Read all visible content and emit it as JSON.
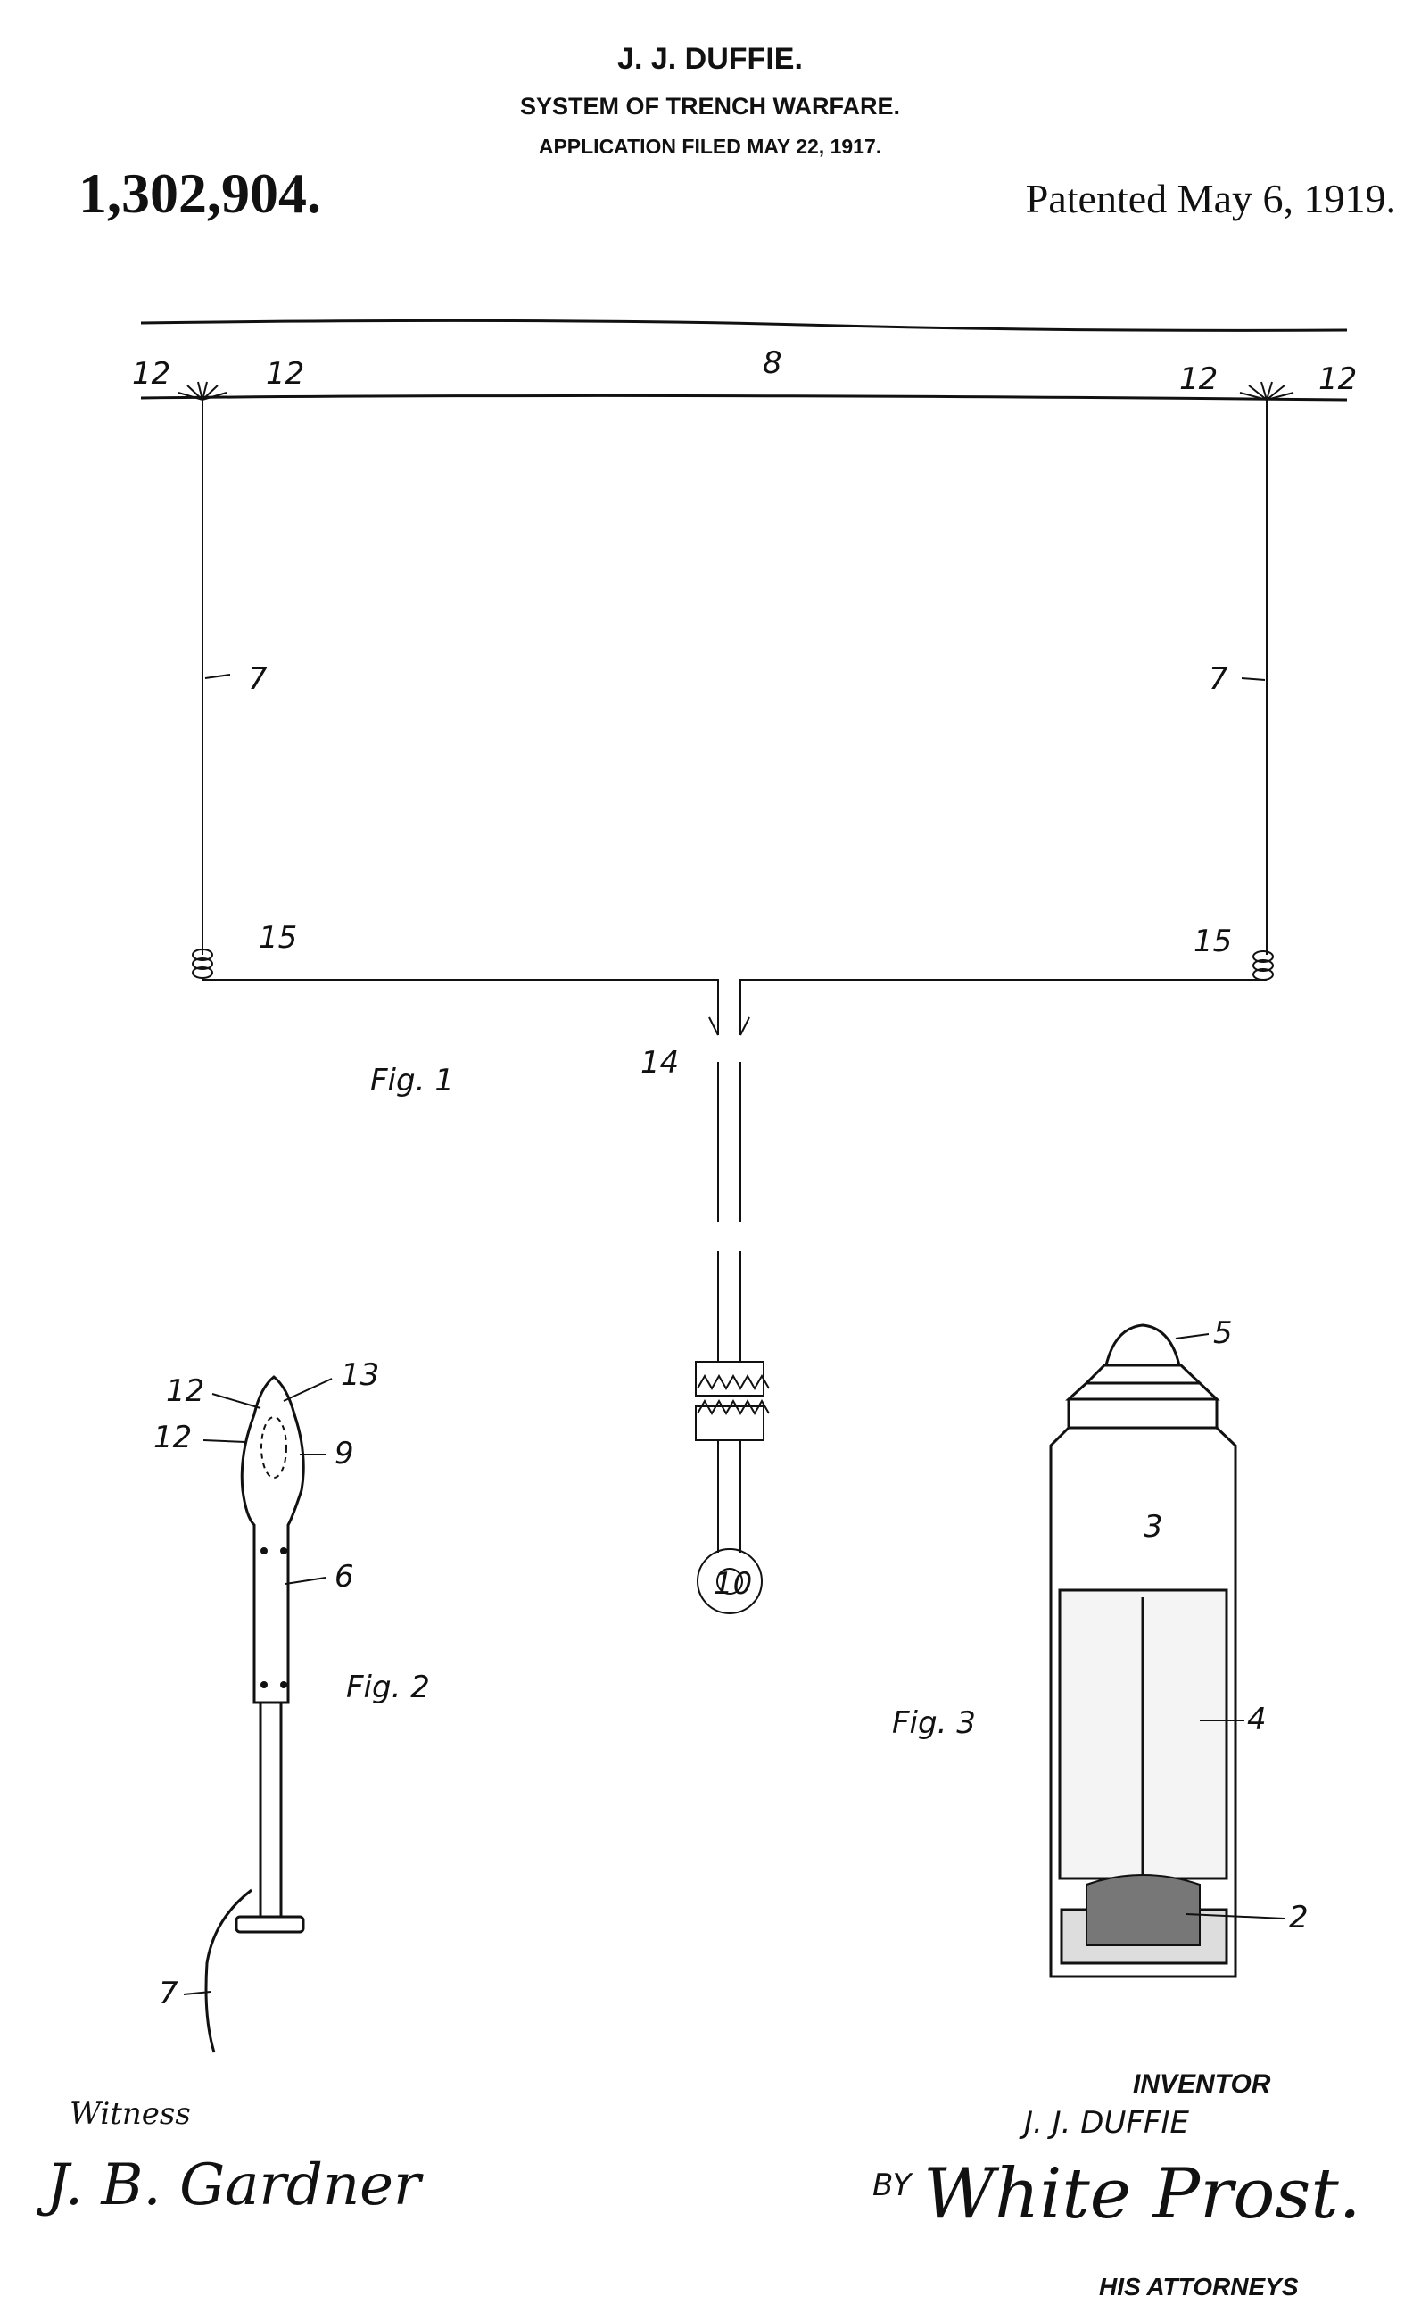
{
  "header": {
    "inventor": "J. J. DUFFIE.",
    "title": "SYSTEM OF TRENCH WARFARE.",
    "filed": "APPLICATION FILED MAY 22, 1917.",
    "patent_number": "1,302,904.",
    "patented": "Patented May 6, 1919."
  },
  "figures": {
    "fig1": {
      "label": "Fig. 1",
      "refs": {
        "ground": "8",
        "detonator": "12",
        "wire": "7",
        "coil": "15",
        "switch": "14",
        "battery": "10"
      }
    },
    "fig2": {
      "label": "Fig. 2",
      "refs": {
        "head": "12",
        "cap": "13",
        "body": "9",
        "handle": "6",
        "wire": "7"
      }
    },
    "fig3": {
      "label": "Fig. 3",
      "refs": {
        "nose": "5",
        "casing": "3",
        "charge": "4",
        "base": "2"
      }
    }
  },
  "footer": {
    "witness_label": "Witness",
    "witness_signature": "J. B. Gardner",
    "inventor_label": "INVENTOR",
    "inventor_name": "J. J. DUFFIE",
    "by": "BY",
    "attorney_signature": "White Prost.",
    "attorneys_label": "HIS ATTORNEYS"
  }
}
